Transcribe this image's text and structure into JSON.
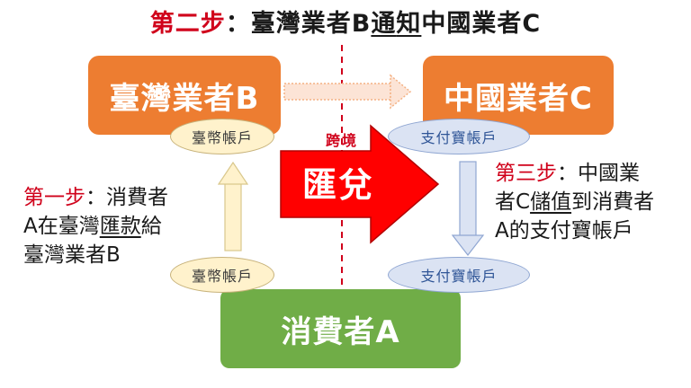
{
  "title": {
    "step": "第二步",
    "colon": "：",
    "pre": "臺灣業者B",
    "u1": "通",
    "u2": "知",
    "post": "中國業者C"
  },
  "nodes": {
    "taiwan_company": "臺灣業者B",
    "china_company": "中國業者C",
    "consumer": "消費者A"
  },
  "accounts": {
    "taiwan_company_account": "臺幣帳戶",
    "china_company_account": "支付寶帳戶",
    "consumer_twd_account": "臺幣帳戶",
    "consumer_alipay_account": "支付寶帳戶"
  },
  "cross_border": {
    "label": "跨境",
    "arrow_text": "匯兌"
  },
  "step1": {
    "step": "第一步",
    "colon": "：",
    "line1_rest": "消費者",
    "line2_pre": "A在臺灣",
    "line2_u": "匯款",
    "line2_post": "給",
    "line3": "臺灣業者B"
  },
  "step3": {
    "step": "第三步",
    "colon": "：",
    "line1_rest": "中國業",
    "line2_pre": "者C",
    "line2_u": "儲值",
    "line2_post": "到消費者",
    "line3": "A的支付寶帳戶"
  },
  "colors": {
    "orange": "#ed7d31",
    "green": "#70ad47",
    "red": "#d0021b",
    "arrow_red": "#ff0000",
    "yellow_fill": "#fff2cc",
    "blue_fill": "#dbe3f3"
  }
}
